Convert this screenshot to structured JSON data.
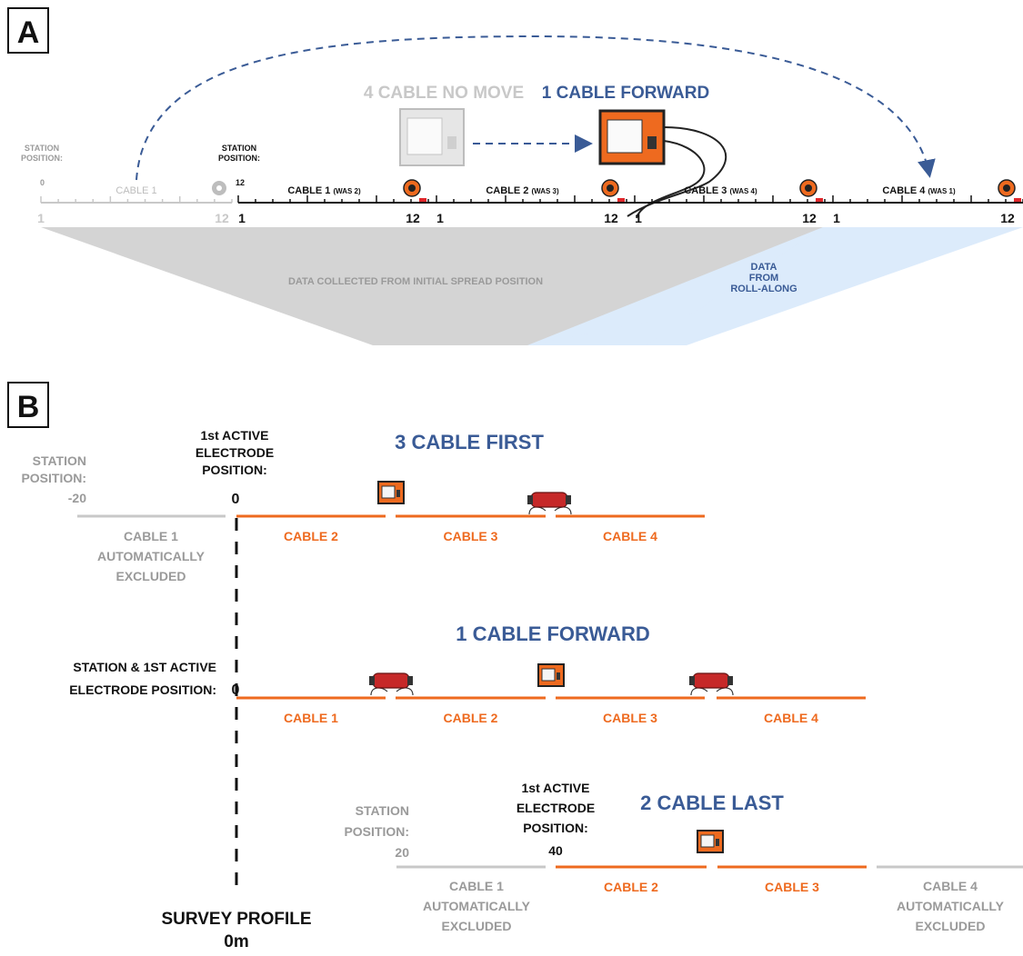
{
  "panel_a": {
    "label": "A",
    "title_no_move": "4 CABLE NO MOVE",
    "title_forward": "1 CABLE FORWARD",
    "station_position_label": "STATION\nPOSITION:",
    "station_zero": "0",
    "station_label_2": "STATION\nPOSITION:",
    "station_twelve": "12",
    "old_cable_label": "CABLE 1",
    "cables": [
      {
        "name": "CABLE 1",
        "was": "(WAS 2)"
      },
      {
        "name": "CABLE 2",
        "was": "(WAS 3)"
      },
      {
        "name": "CABLE 3",
        "was": "(WAS 4)"
      },
      {
        "name": "CABLE 4",
        "was": "(WAS 1)"
      }
    ],
    "electrode_first": "1",
    "electrode_last": "12",
    "data_initial": "DATA COLLECTED FROM INITIAL SPREAD POSITION",
    "data_roll": "DATA\nFROM\nROLL-ALONG",
    "colors": {
      "grey": "#c8c8c8",
      "orange": "#ee6a1f",
      "blue": "#3a5b96",
      "light_blue": "#dcebfb",
      "dark": "#111111"
    }
  },
  "panel_b": {
    "label": "B",
    "row1": {
      "title": "3 CABLE FIRST",
      "station_label": "STATION\nPOSITION:",
      "station_value": "-20",
      "active_label": "1st ACTIVE\nELECTRODE\nPOSITION:",
      "active_value": "0",
      "excluded": "CABLE 1\nAUTOMATICALLY\nEXCLUDED",
      "cables": [
        "CABLE 2",
        "CABLE 3",
        "CABLE 4"
      ]
    },
    "row2": {
      "title": "1 CABLE FORWARD",
      "station_label": "STATION & 1ST ACTIVE\nELECTRODE POSITION:",
      "station_value": "0",
      "cables": [
        "CABLE 1",
        "CABLE 2",
        "CABLE 3",
        "CABLE 4"
      ]
    },
    "row3": {
      "title": "2 CABLE LAST",
      "station_label": "STATION\nPOSITION:",
      "station_value": "20",
      "active_label": "1st ACTIVE\nELECTRODE\nPOSITION:",
      "active_value": "40",
      "excluded_left": "CABLE 1\nAUTOMATICALLY\nEXCLUDED",
      "cables": [
        "CABLE 2",
        "CABLE 3"
      ],
      "excluded_right": "CABLE 4\nAUTOMATICALLY\nEXCLUDED"
    },
    "survey_profile": "SURVEY PROFILE",
    "survey_zero": "0m"
  }
}
